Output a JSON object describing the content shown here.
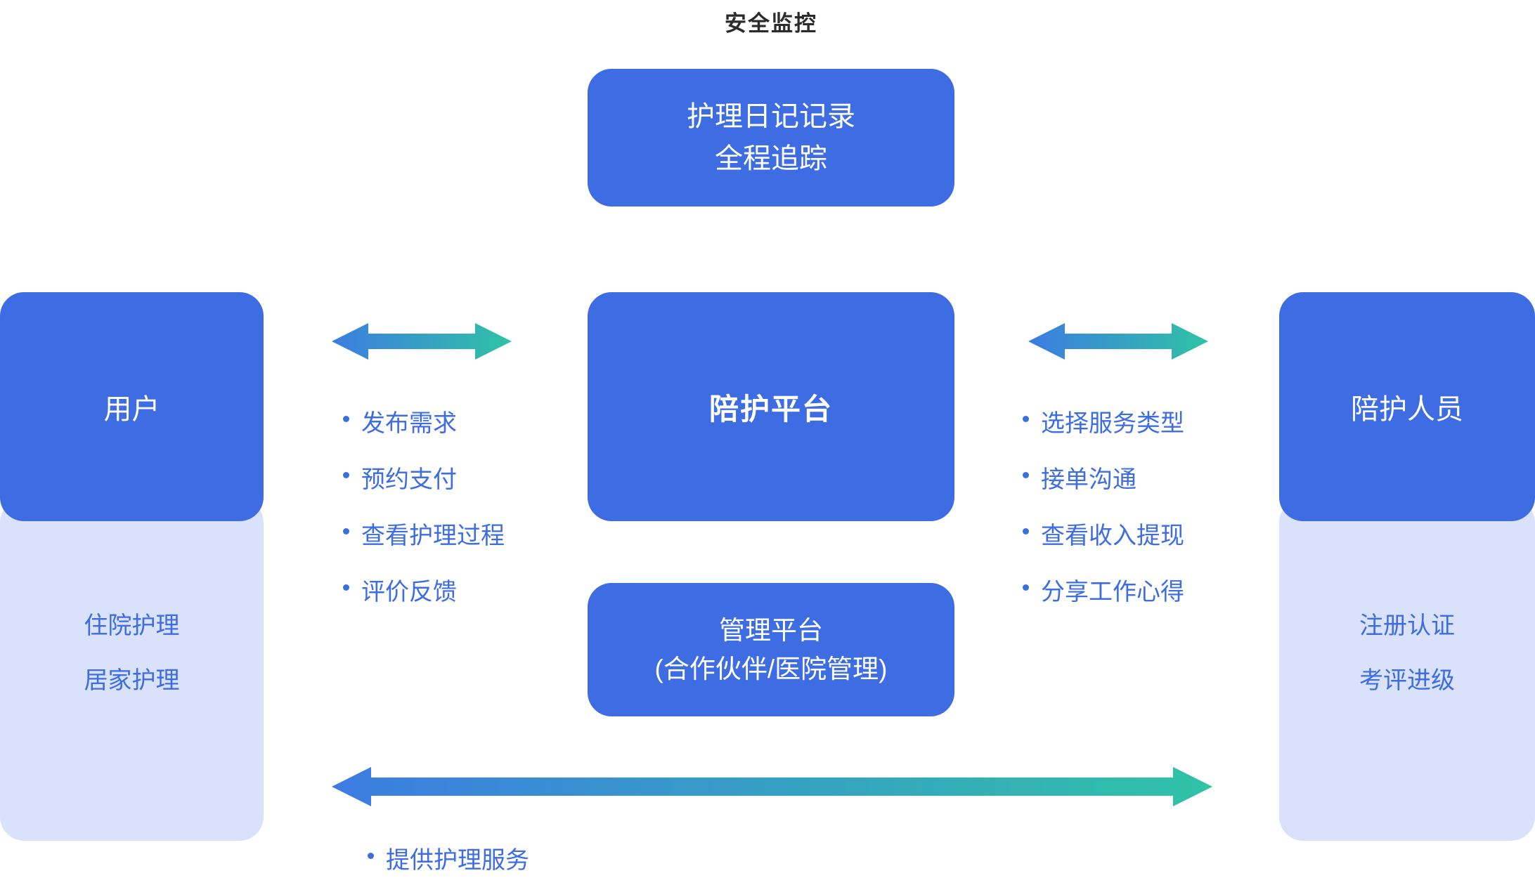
{
  "title": "安全监控",
  "boxes": {
    "top": {
      "line1": "护理日记记录",
      "line2": "全程追踪"
    },
    "left_user": {
      "label": "用户"
    },
    "left_sub": {
      "items": [
        "住院护理",
        "居家护理"
      ]
    },
    "center": {
      "label": "陪护平台"
    },
    "management": {
      "line1": "管理平台",
      "line2": "(合作伙伴/医院管理)"
    },
    "right_user": {
      "label": "陪护人员"
    },
    "right_sub": {
      "items": [
        "注册认证",
        "考评进级"
      ]
    }
  },
  "left_bullets": [
    "发布需求",
    "预约支付",
    "查看护理过程",
    "评价反馈"
  ],
  "right_bullets": [
    "选择服务类型",
    "接单沟通",
    "查看收入提现",
    "分享工作心得"
  ],
  "bottom_bullets": [
    "提供护理服务"
  ],
  "colors": {
    "primary_blue": "#3d6ce3",
    "light_blue": "#d9e2fa",
    "arrow_blue": "#3c7ce2",
    "teal": "#2fc3a6",
    "text_dark": "#2b2b2b"
  }
}
